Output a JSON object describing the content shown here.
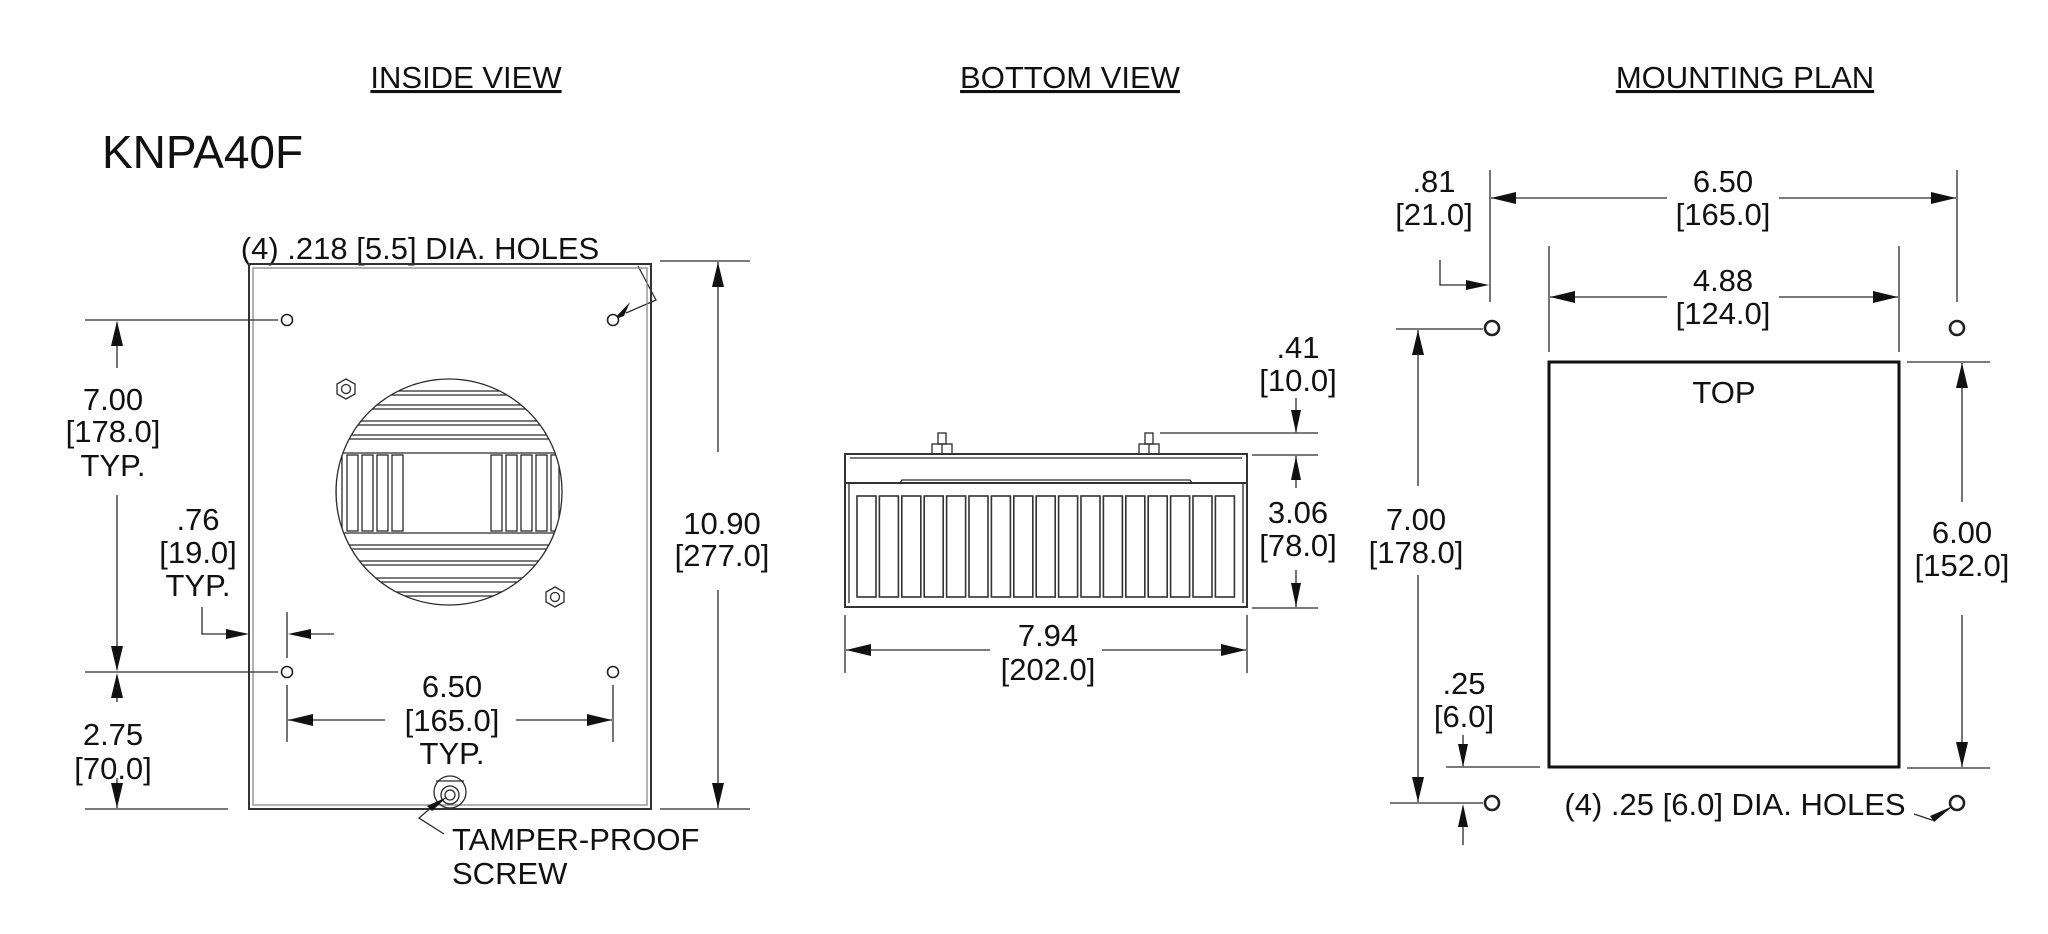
{
  "model": "KNPA40F",
  "views": {
    "inside": {
      "title": "INSIDE VIEW",
      "holes_callout": "(4) .218 [5.5] DIA. HOLES",
      "dim_7_00": {
        "in": "7.00",
        "mm": "[178.0]",
        "note": "TYP."
      },
      "dim_0_76": {
        "in": ".76",
        "mm": "[19.0]",
        "note": "TYP."
      },
      "dim_2_75": {
        "in": "2.75",
        "mm": "[70.0]"
      },
      "dim_6_50": {
        "in": "6.50",
        "mm": "[165.0]",
        "note": "TYP."
      },
      "dim_10_90": {
        "in": "10.90",
        "mm": "[277.0]"
      },
      "screw_callout": {
        "line1": "TAMPER-PROOF",
        "line2": "SCREW"
      }
    },
    "bottom": {
      "title": "BOTTOM VIEW",
      "dim_0_41": {
        "in": ".41",
        "mm": "[10.0]"
      },
      "dim_3_06": {
        "in": "3.06",
        "mm": "[78.0]"
      },
      "dim_7_94": {
        "in": "7.94",
        "mm": "[202.0]"
      },
      "slot_count": 17
    },
    "mounting": {
      "title": "MOUNTING PLAN",
      "dim_0_81": {
        "in": ".81",
        "mm": "[21.0]"
      },
      "dim_6_50": {
        "in": "6.50",
        "mm": "[165.0]"
      },
      "dim_4_88": {
        "in": "4.88",
        "mm": "[124.0]"
      },
      "dim_7_00": {
        "in": "7.00",
        "mm": "[178.0]"
      },
      "dim_6_00": {
        "in": "6.00",
        "mm": "[152.0]"
      },
      "dim_0_25": {
        "in": ".25",
        "mm": "[6.0]"
      },
      "cutout_label": "TOP",
      "holes_callout": "(4) .25 [6.0] DIA. HOLES"
    }
  }
}
